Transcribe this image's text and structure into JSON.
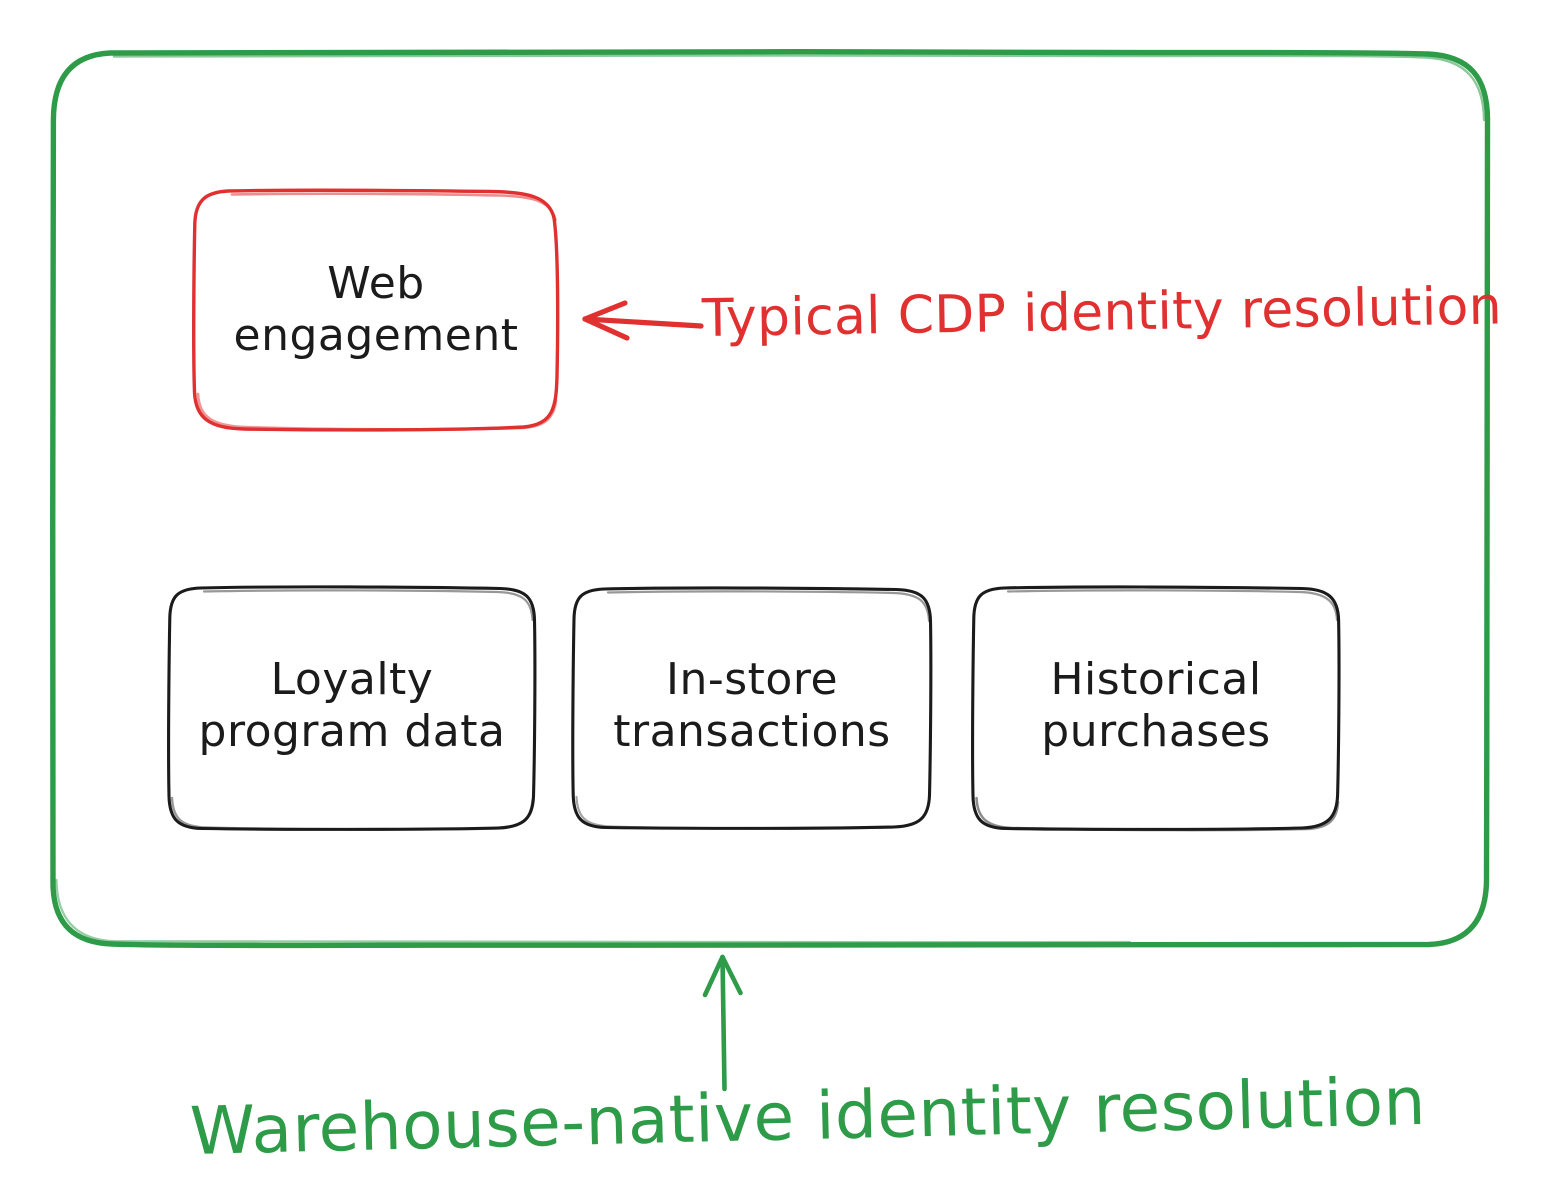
{
  "diagram": {
    "title_colors": {
      "container_border": "#2d9b47",
      "highlight_border": "#e0302f",
      "node_border": "#1b1b1b",
      "node_text": "#1b1b1b",
      "annotation_red": "#e0302f",
      "annotation_green": "#2d9b47",
      "background": "#ffffff"
    },
    "container": {
      "name": "warehouse-container",
      "style": "hand-drawn rounded rectangle, green outline, no fill"
    },
    "nodes": [
      {
        "id": "web-engagement",
        "line1": "Web",
        "line2": "engagement",
        "border_color": "#e0302f",
        "highlighted": true
      },
      {
        "id": "loyalty-program-data",
        "line1": "Loyalty",
        "line2": "program data",
        "border_color": "#1b1b1b",
        "highlighted": false
      },
      {
        "id": "in-store-transactions",
        "line1": "In-store",
        "line2": "transactions",
        "border_color": "#1b1b1b",
        "highlighted": false
      },
      {
        "id": "historical-purchases",
        "line1": "Historical",
        "line2": "purchases",
        "border_color": "#1b1b1b",
        "highlighted": false
      }
    ],
    "annotations": [
      {
        "id": "typical-cdp-annotation",
        "text": "Typical CDP identity resolution",
        "color": "#e0302f",
        "arrow": "left-pointing",
        "points_to": "web-engagement"
      },
      {
        "id": "warehouse-native-annotation",
        "text": "Warehouse-native identity resolution",
        "color": "#2d9b47",
        "arrow": "up-pointing",
        "points_to": "warehouse-container"
      }
    ]
  }
}
